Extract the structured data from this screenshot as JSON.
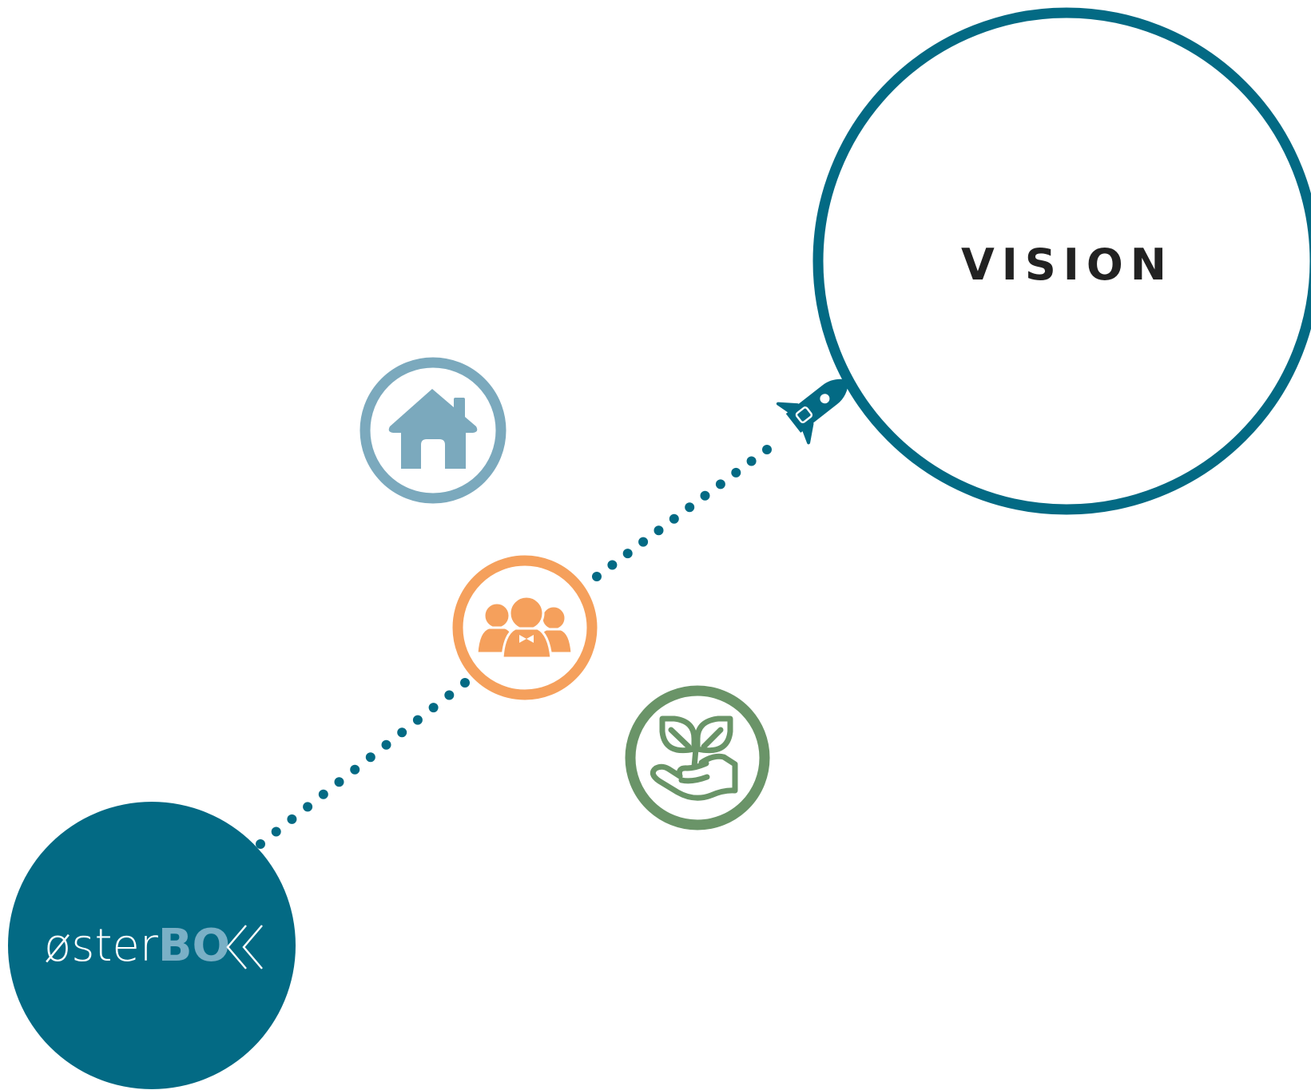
{
  "vision": {
    "label": "VISION"
  },
  "logo": {
    "text_light": "øster",
    "text_bold": "BO",
    "icon": "double-chevron-left-icon"
  },
  "nodes": [
    {
      "name": "home",
      "icon": "house-icon"
    },
    {
      "name": "people",
      "icon": "group-people-icon"
    },
    {
      "name": "sustainability",
      "icon": "plant-in-hand-icon"
    }
  ],
  "journey": {
    "icon": "rocket-icon"
  },
  "colors": {
    "brand_teal": "#036a84",
    "home_blue": "#7ba9bd",
    "people_orange": "#f5a05c",
    "plant_green": "#6a9468",
    "logo_accent": "#7ab0c6",
    "text_dark": "#222222",
    "background": "#ffffff"
  }
}
